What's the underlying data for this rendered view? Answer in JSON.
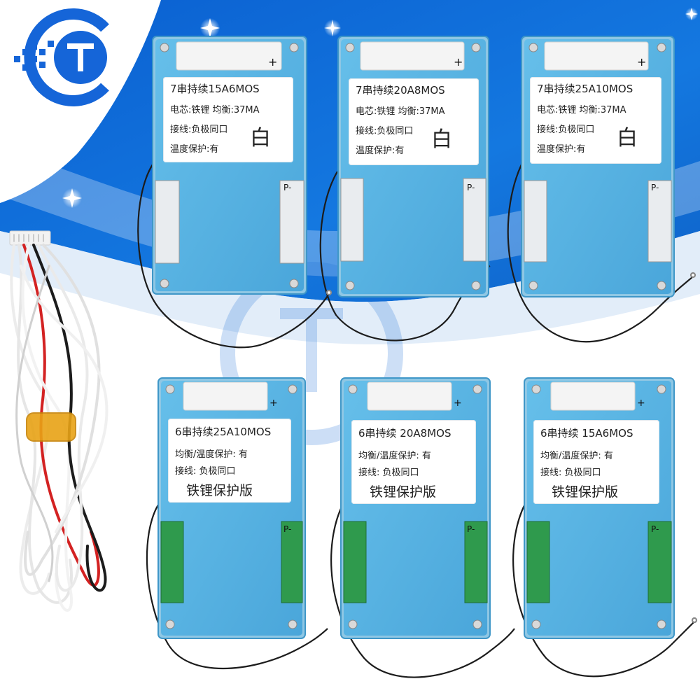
{
  "colors": {
    "sky_blue": "#0f6fd8",
    "wave_light": "#dbe9f7",
    "board_blue": "#5ab4e3",
    "board_edge": "#3f97c8",
    "pcb_green": "#2f9a4d",
    "wire_red": "#d32222",
    "wire_black": "#1c1c1c",
    "rubber_band": "#e8a316"
  },
  "logo": {
    "letters": "TC",
    "icon": "tc-circle-logo"
  },
  "boards_top": [
    {
      "title": "7串持续15A6MOS",
      "line_cell": "电芯:铁锂 均衡:37MA",
      "line_wiring": "接线:负极同口",
      "line_temp": "温度保护:有",
      "color_mark": "白",
      "terminal_minus": "P-",
      "terminal_plus": "+"
    },
    {
      "title": "7串持续20A8MOS",
      "line_cell": "电芯:铁锂 均衡:37MA",
      "line_wiring": "接线:负极同口",
      "line_temp": "温度保护:有",
      "color_mark": "白",
      "terminal_minus": "P-",
      "terminal_plus": "+"
    },
    {
      "title": "7串持续25A10MOS",
      "line_cell": "电芯:铁锂 均衡:37MA",
      "line_wiring": "接线:负极同口",
      "line_temp": "温度保护:有",
      "color_mark": "白",
      "terminal_minus": "P-",
      "terminal_plus": "+"
    }
  ],
  "boards_bottom": [
    {
      "title": "6串持续25A10MOS",
      "line_balance": "均衡/温度保护: 有",
      "line_wiring": "接线: 负极同口",
      "protection": "铁锂保护版",
      "terminal_minus": "P-",
      "terminal_plus": "+"
    },
    {
      "title": "6串持续 20A8MOS",
      "line_balance": "均衡/温度保护: 有",
      "line_wiring": "接线: 负极同口",
      "protection": "铁锂保护版",
      "terminal_minus": "P-",
      "terminal_plus": "+"
    },
    {
      "title": "6串持续 15A6MOS",
      "line_balance": "均衡/温度保护: 有",
      "line_wiring": "接线: 负极同口",
      "protection": "铁锂保护版",
      "terminal_minus": "P-",
      "terminal_plus": "+"
    }
  ]
}
